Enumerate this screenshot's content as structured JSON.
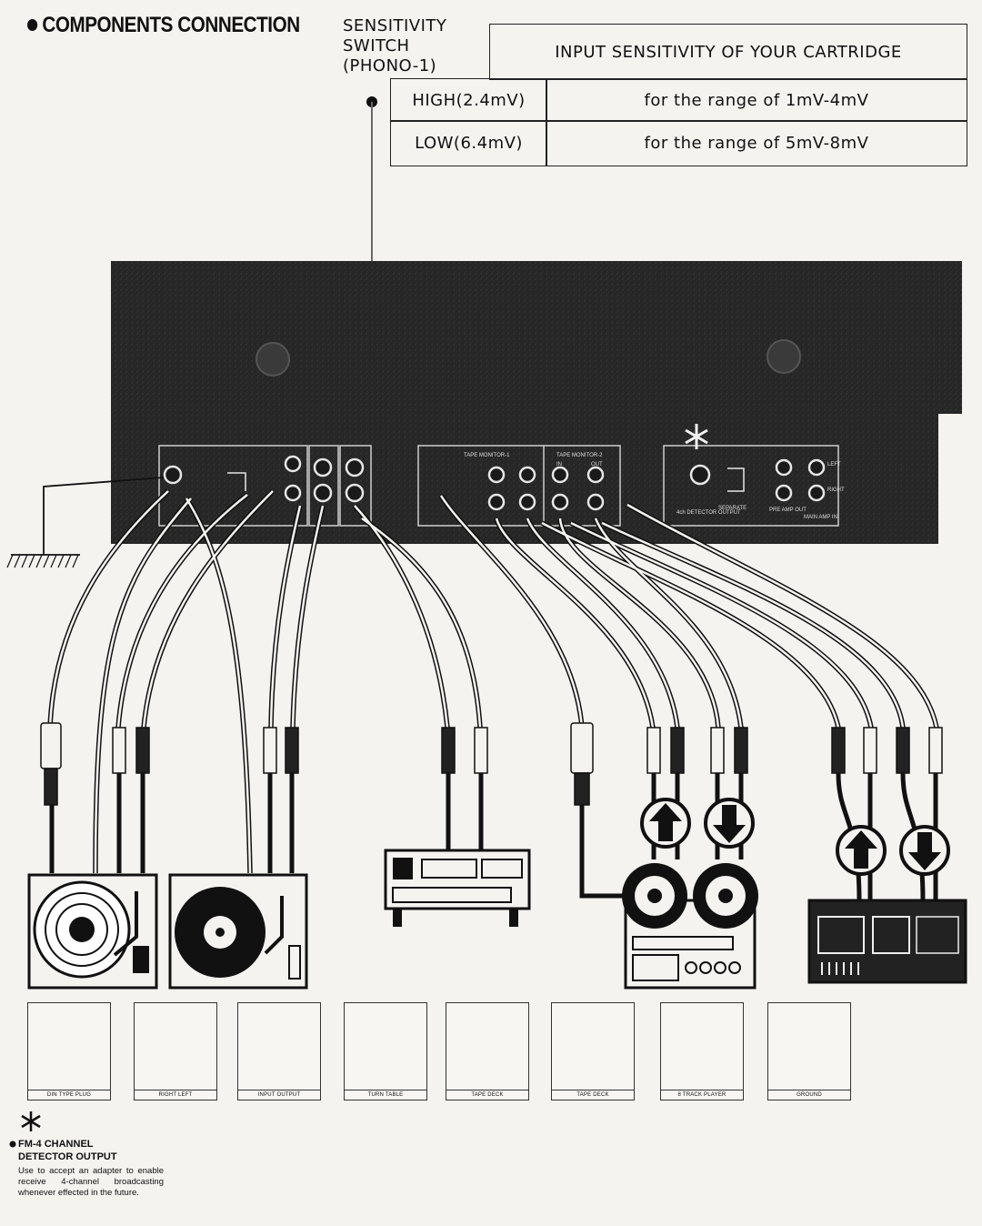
{
  "heading": "COMPONENTS CONNECTION",
  "sensitivity": {
    "switch_label_lines": [
      "SENSITIVITY",
      "SWITCH",
      "(PHONO-1)"
    ],
    "table_header": "INPUT SENSITIVITY OF YOUR CARTRIDGE",
    "rows": [
      {
        "setting": "HIGH(2.4mV)",
        "range": "for the range of 1mV-4mV"
      },
      {
        "setting": "LOW(6.4mV)",
        "range": "for the range of 5mV-8mV"
      }
    ]
  },
  "panel_labels": {
    "tape_monitor_1": "TAPE MONITOR-1",
    "tape_monitor_2": "TAPE MONITOR-2",
    "in": "IN",
    "out": "OUT",
    "left": "LEFT",
    "right": "RIGHT",
    "detector": "4ch DETECTOR OUTPUT",
    "separate": "SEPARATE",
    "pre_amp_out": "PRE AMP OUT",
    "main_amp_in": "MAIN AMP IN"
  },
  "legend": [
    {
      "icon": "din-plug-icon",
      "caption": "DIN TYPE PLUG"
    },
    {
      "icon": "rca-plug-icon",
      "caption": "RIGHT  LEFT"
    },
    {
      "icon": "input-output-arrows-icon",
      "caption": "INPUT  OUTPUT"
    },
    {
      "icon": "turntable-icon",
      "caption": "TURN TABLE"
    },
    {
      "icon": "reel-tape-deck-icon",
      "caption": "TAPE DECK"
    },
    {
      "icon": "cassette-deck-icon",
      "caption": "TAPE DECK"
    },
    {
      "icon": "track-player-icon",
      "caption": "8 TRACK PLAYER"
    },
    {
      "icon": "ground-icon",
      "caption": "GROUND"
    }
  ],
  "note": {
    "title_lines": [
      "FM-4 CHANNEL",
      "DETECTOR OUTPUT"
    ],
    "body": "Use to accept an adapter to enable receive 4-channel broadcasting whenever effected in the future."
  },
  "colors": {
    "paper": "#f4f3f0",
    "ink": "#111111",
    "panel": "#2a2a2a"
  }
}
